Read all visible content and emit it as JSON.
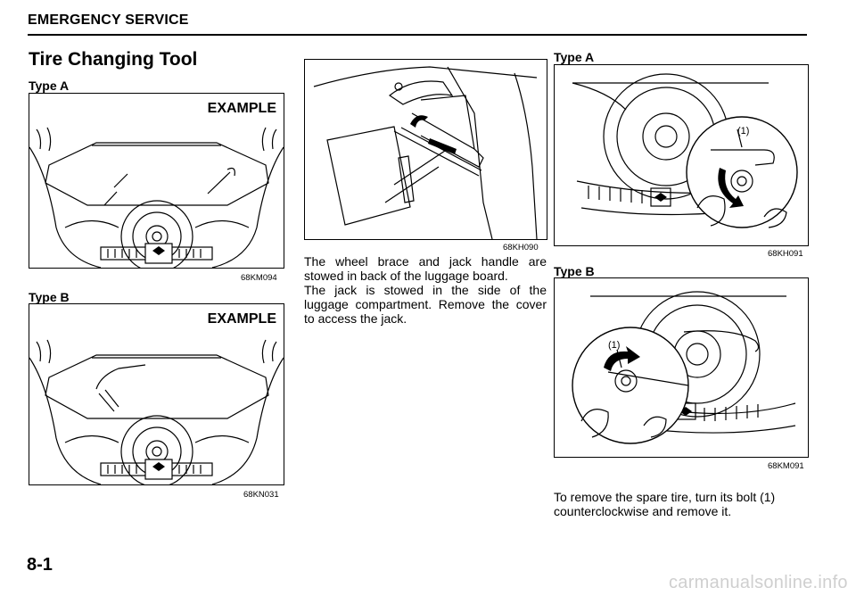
{
  "header": {
    "section": "EMERGENCY SERVICE"
  },
  "title": "Tire Changing Tool",
  "left": {
    "type_a_label": "Type A",
    "type_a_example": "EXAMPLE",
    "type_a_code": "68KM094",
    "type_b_label": "Type B",
    "type_b_example": "EXAMPLE",
    "type_b_code": "68KN031"
  },
  "middle": {
    "figure_code": "68KH090",
    "paragraph1": "The wheel brace and jack handle are stowed in back of the luggage board.",
    "paragraph2": "The jack is stowed in the side of the luggage compartment. Remove the cover to access the jack."
  },
  "right": {
    "type_a_label": "Type A",
    "type_a_callout": "(1)",
    "type_a_code": "68KH091",
    "type_b_label": "Type B",
    "type_b_callout": "(1)",
    "type_b_code": "68KM091",
    "instruction": "To remove the spare tire, turn its bolt (1) counterclockwise and remove it."
  },
  "footer": {
    "page_number": "8-1",
    "watermark": "carmanualsonline.info"
  }
}
